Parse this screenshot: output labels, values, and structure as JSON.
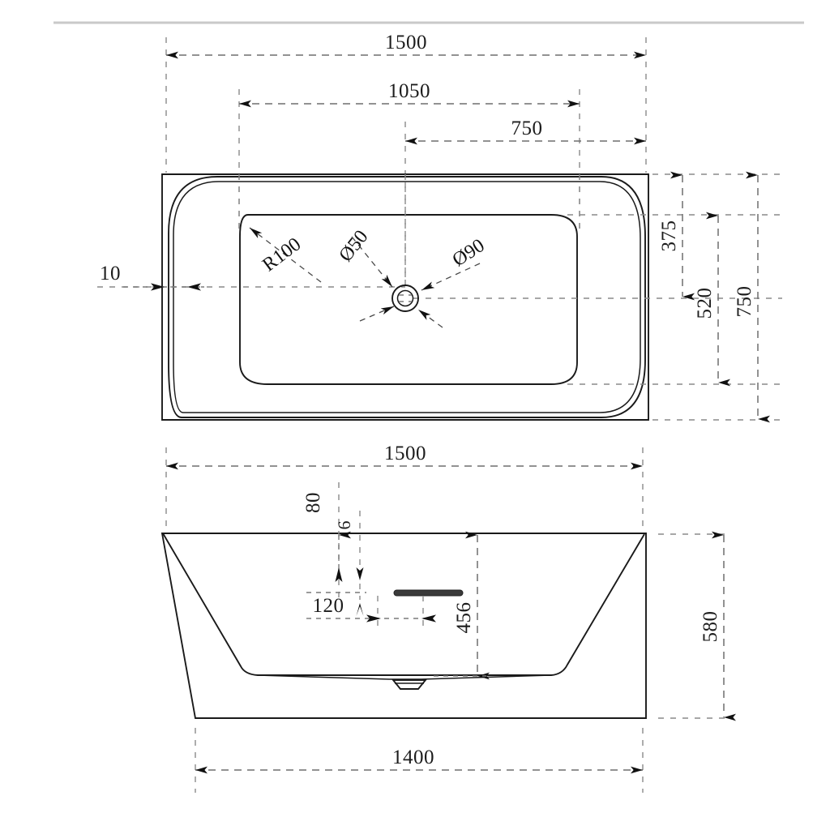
{
  "document": {
    "type": "technical-drawing",
    "subject": "freestanding bathtub",
    "units": "mm",
    "background_color": "#ffffff",
    "line_color": "#1a1a1a",
    "dimension_color": "#6f6f6f"
  },
  "views": {
    "top": {
      "name": "top-view",
      "dimensions": {
        "overall_length": "1500",
        "inner_offset_length": "1050",
        "drain_offset_from_right": "750",
        "overall_width": "750",
        "inner_width": "520",
        "drain_offset_from_top": "375",
        "wall_thickness": "10"
      },
      "leaders": {
        "corner_radius": "R100",
        "drain_inner_diameter": "Ø50",
        "drain_outer_diameter": "Ø90"
      }
    },
    "front": {
      "name": "front-elevation-view",
      "dimensions": {
        "overall_length": "1500",
        "base_length": "1400",
        "overall_height": "580",
        "interior_depth": "456",
        "overflow_offset_a": "80",
        "overflow_offset_b": "6",
        "overflow_offset_c": "120"
      }
    }
  },
  "annotations": {
    "top_1500": "1500",
    "top_1050": "1050",
    "top_750h": "750",
    "right_375": "375",
    "right_520": "520",
    "right_750": "750",
    "left_10": "10",
    "r100": "R100",
    "d50": "Ø50",
    "d90": "Ø90",
    "front_1500": "1500",
    "front_80": "80",
    "front_6": "6",
    "front_120": "120",
    "front_456": "456",
    "front_580": "580",
    "front_1400": "1400"
  }
}
